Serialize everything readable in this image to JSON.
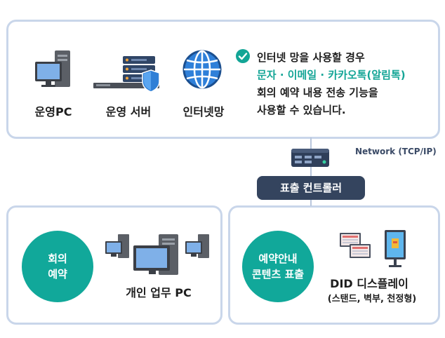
{
  "top": {
    "ops_pc_label": "운영PC",
    "ops_server_label": "운영 서버",
    "internet_label": "인터넷망",
    "desc_line1": "인터넷 망을 사용할 경우",
    "desc_line2": "문자 · 이메일 · 카카오톡(알림톡)",
    "desc_line3": "회의 예약 내용 전송 기능을",
    "desc_line4": "사용할 수 있습니다."
  },
  "middle": {
    "network_label": "Network (TCP/IP)",
    "controller_label": "표출 컨트롤러"
  },
  "left": {
    "circle_line1": "회의",
    "circle_line2": "예약",
    "pc_label": "개인 업무 PC"
  },
  "right": {
    "circle_line1": "예약안내",
    "circle_line2": "콘텐츠 표출",
    "display_label": "DID 디스플레이",
    "display_sub": "(스탠드, 벽부, 천정형)"
  },
  "colors": {
    "teal": "#11a89a",
    "navy": "#34445e",
    "border": "#c9d6ea"
  },
  "icons": [
    "desktop-pc-icon",
    "server-shield-icon",
    "globe-icon",
    "check-circle-icon",
    "controller-device-icon",
    "did-display-icon"
  ]
}
